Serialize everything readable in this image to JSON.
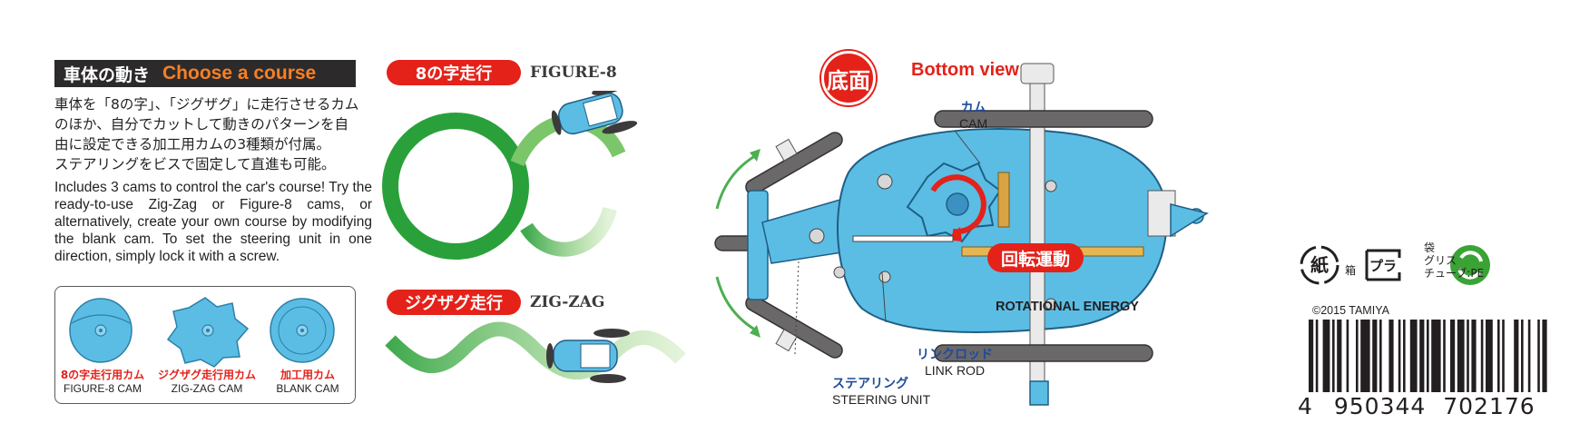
{
  "left_panel": {
    "header_jp": "車体の動き",
    "header_en": "Choose a course",
    "desc_jp": [
      "車体を「8の字」、「ジグザグ」に走行させるカム",
      "のほか、自分でカットして動きのパターンを自",
      "由に設定できる加工用カムの3種類が付属。",
      "ステアリングをビスで固定して直進も可能。"
    ],
    "desc_en": "Includes 3 cams to control the car's course! Try the ready-to-use Zig-Zag or Figure-8 cams, or alternatively, create your own course by modifying the blank cam. To set the steering unit in one direction, simply lock it with a screw.",
    "cams": [
      {
        "jp": "8の字走行用カム",
        "en": "FIGURE-8 CAM"
      },
      {
        "jp": "ジグザグ走行用カム",
        "en": "ZIG-ZAG CAM"
      },
      {
        "jp": "加工用カム",
        "en": "BLANK CAM"
      }
    ]
  },
  "courses": {
    "figure8": {
      "jp": "8の字走行",
      "en": "FIGURE-8"
    },
    "zigzag": {
      "jp": "ジグザグ走行",
      "en": "ZIG-ZAG"
    }
  },
  "bottom_view": {
    "badge": "底面",
    "title": "Bottom view",
    "cam_jp": "カム",
    "cam_en": "CAM",
    "link_rod_jp": "リンクロッド",
    "link_rod_en": "LINK ROD",
    "steering_jp": "ステアリング",
    "steering_en": "STEERING UNIT",
    "rotation_jp": "回転運動",
    "rotation_en": "ROTATIONAL ENERGY"
  },
  "recycle": {
    "paper": "紙",
    "box": "箱",
    "plastic": "プラ",
    "bag": "袋",
    "grease": "グリス",
    "tube": "チューブ:PE"
  },
  "copyright": "©2015 TAMIYA",
  "barcode": {
    "prefix": "4",
    "group1": "950344",
    "group2": "702176"
  },
  "colors": {
    "accent_red": "#e4221a",
    "accent_orange": "#f58025",
    "part_blue": "#5bbde4",
    "course_green": "#2aa03a",
    "label_blue": "#1d4b9a"
  }
}
